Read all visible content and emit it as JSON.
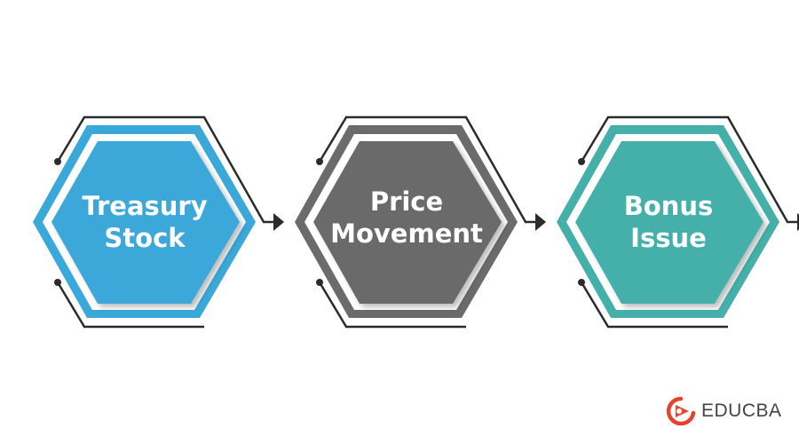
{
  "steps": [
    {
      "lines": [
        "Treasury",
        "Stock"
      ],
      "color": "#3aa8d9"
    },
    {
      "lines": [
        "Price",
        "Movement"
      ],
      "color": "#6b6b6b"
    },
    {
      "lines": [
        "Bonus",
        "Issue"
      ],
      "color": "#45b0aa"
    }
  ],
  "connector_color": "#2b2b2b",
  "brand": {
    "name": "EDUCBA",
    "color": "#e8412c"
  }
}
